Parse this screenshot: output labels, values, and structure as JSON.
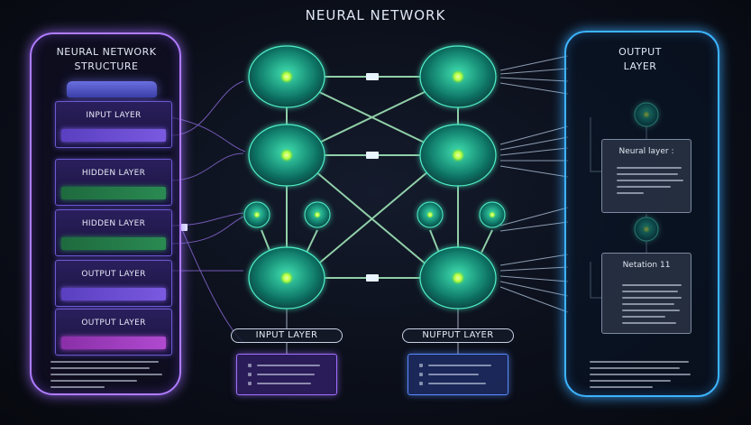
{
  "title": "NEURAL NETWORK",
  "structure_panel": {
    "title_line1": "NEURAL NETWORK",
    "title_line2": "STRUCTURE",
    "layers": [
      {
        "label": "INPUT LAYER",
        "bar": "violet"
      },
      {
        "label": "HIDDEN LAYER",
        "bar": "green"
      },
      {
        "label": "HIDDEN LAYER",
        "bar": "green"
      },
      {
        "label": "OUTPUT LAYER",
        "bar": "violet"
      },
      {
        "label": "OUTPUT LAYER",
        "bar": "magenta"
      }
    ]
  },
  "output_panel": {
    "title_line1": "OUTPUT",
    "title_line2": "LAYER",
    "cards": [
      {
        "title": "Neural layer :"
      },
      {
        "title": "Netation 11"
      }
    ]
  },
  "bottom_labels": {
    "left": "INPUT LAYER",
    "right": "NUFPUT LAYER"
  },
  "colors": {
    "node_fill": "#1fa88c",
    "node_core": "#b6ff3a",
    "connection": "#a8f0c0",
    "left_panel_glow": "#b07cff",
    "right_panel_glow": "#3db4ff"
  }
}
